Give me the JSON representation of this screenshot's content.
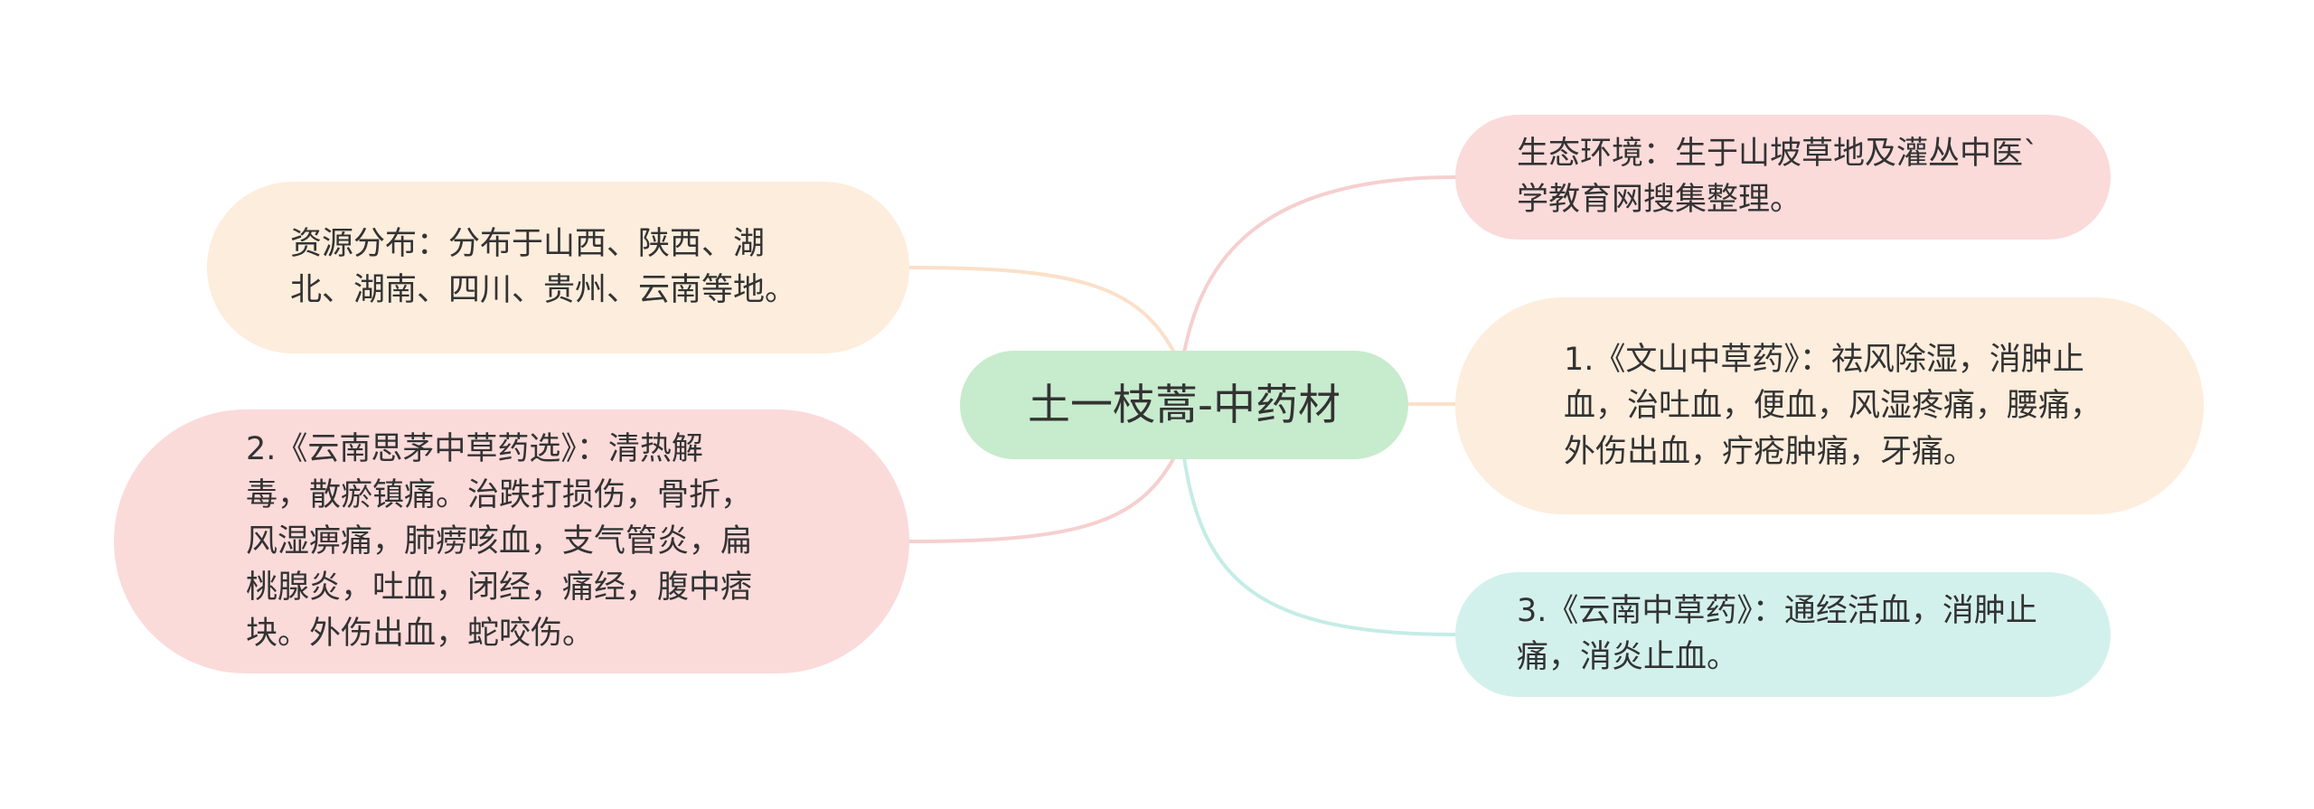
{
  "center": {
    "label": "土一枝蒿-中药材",
    "color": "#c7ebcd"
  },
  "branches": [
    {
      "id": "ecology",
      "text": "生态环境：生于山坡草地及灌丛中医`学教育网搜集整理。",
      "fill": "#fbdada",
      "link_color": "#f6cfcf"
    },
    {
      "id": "wenshan",
      "text": "1.《文山中草药》：祛风除湿，消肿止血，治吐血，便血，风湿疼痛，腰痛，外伤出血，疔疮肿痛，牙痛。",
      "fill": "#fdeddc",
      "link_color": "#fbe0c9"
    },
    {
      "id": "yunnan3",
      "text": "3.《云南中草药》：通经活血，消肿止痛，消炎止血。",
      "fill": "#d3f1ec",
      "link_color": "#c5ece6"
    },
    {
      "id": "resource",
      "text": "资源分布：分布于山西、陕西、湖北、湖南、四川、贵州、云南等地。",
      "fill": "#fdeddc",
      "link_color": "#fbe0c9"
    },
    {
      "id": "simao",
      "text": "2.《云南思茅中草药选》：清热解毒，散瘀镇痛。治跌打损伤，骨折，风湿痹痛，肺痨咳血，支气管炎，扁桃腺炎，吐血，闭经，痛经，腹中痞块。外伤出血，蛇咬伤。",
      "fill": "#fbdada",
      "link_color": "#f6cfcf"
    }
  ]
}
